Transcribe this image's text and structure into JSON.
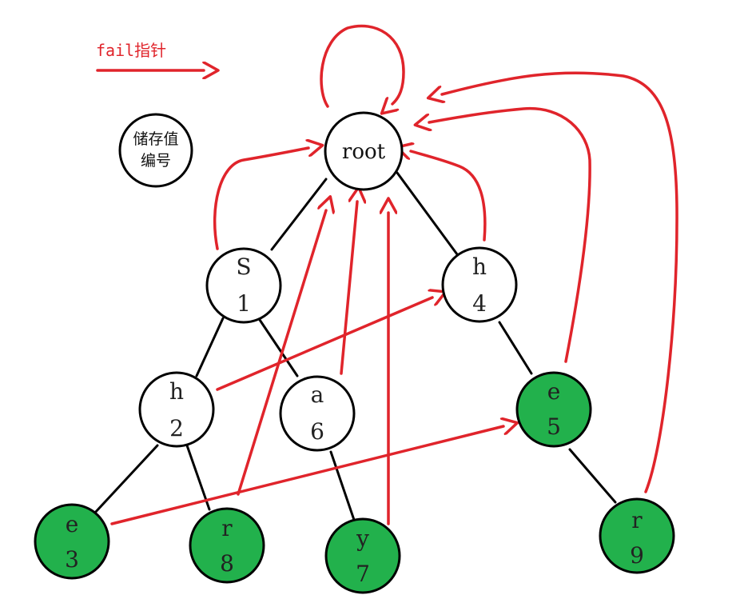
{
  "legend": {
    "fail_label": "fail指针",
    "circle_line1": "储存值",
    "circle_line2": "编号"
  },
  "colors": {
    "edge": "#000000",
    "fail_pointer": "#e0242b",
    "node_fill": "#ffffff",
    "leaf_fill": "#22b14c"
  },
  "nodes": {
    "root": {
      "label": "root"
    },
    "n1": {
      "value": "S",
      "id": "1",
      "green": false
    },
    "n2": {
      "value": "h",
      "id": "2",
      "green": false
    },
    "n3": {
      "value": "e",
      "id": "3",
      "green": true
    },
    "n4": {
      "value": "h",
      "id": "4",
      "green": false
    },
    "n5": {
      "value": "e",
      "id": "5",
      "green": true
    },
    "n6": {
      "value": "a",
      "id": "6",
      "green": false
    },
    "n7": {
      "value": "y",
      "id": "7",
      "green": true
    },
    "n8": {
      "value": "r",
      "id": "8",
      "green": true
    },
    "n9": {
      "value": "r",
      "id": "9",
      "green": true
    }
  },
  "edges": [
    [
      "root",
      "n1"
    ],
    [
      "root",
      "n4"
    ],
    [
      "n1",
      "n2"
    ],
    [
      "n1",
      "n6"
    ],
    [
      "n2",
      "n3"
    ],
    [
      "n2",
      "n8"
    ],
    [
      "n6",
      "n7"
    ],
    [
      "n4",
      "n5"
    ],
    [
      "n5",
      "n9"
    ]
  ],
  "fail_pointers": [
    [
      "root",
      "root"
    ],
    [
      "n1",
      "root"
    ],
    [
      "n4",
      "root"
    ],
    [
      "n2",
      "n4"
    ],
    [
      "n6",
      "root"
    ],
    [
      "n3",
      "n5"
    ],
    [
      "n8",
      "root"
    ],
    [
      "n7",
      "root"
    ],
    [
      "n5",
      "root"
    ],
    [
      "n9",
      "root"
    ]
  ]
}
